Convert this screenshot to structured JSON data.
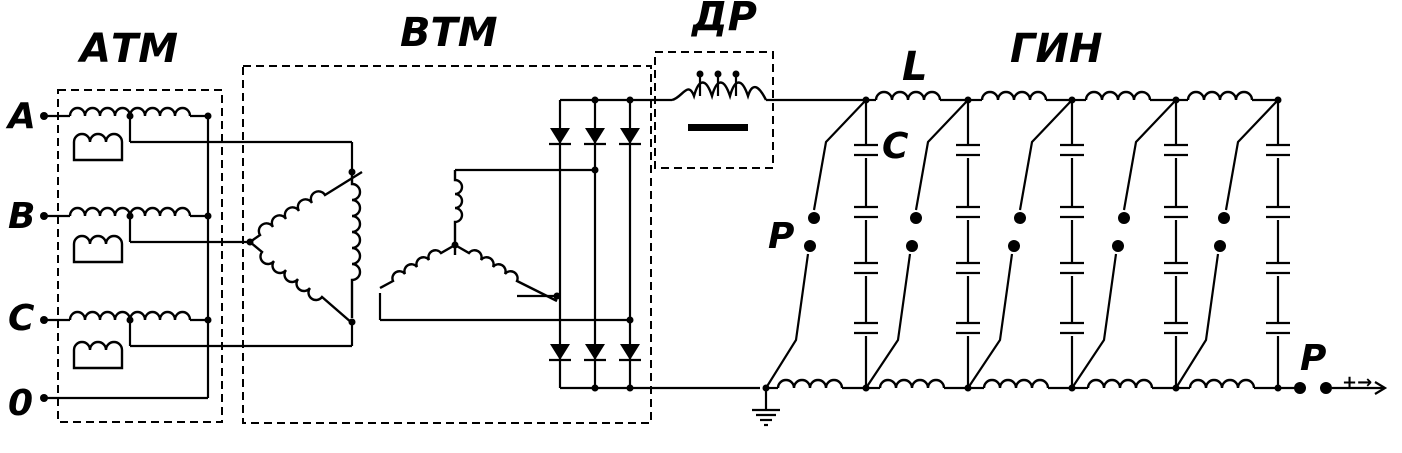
{
  "blocks": {
    "atm": "АТМ",
    "vtm": "ВТМ",
    "dr": "ДР",
    "gin": "ГИН"
  },
  "phases": {
    "a": "A",
    "b": "B",
    "c": "C",
    "zero": "0"
  },
  "components": {
    "inductor": "L",
    "capacitor": "C",
    "spark_gap_left": "P",
    "spark_gap_output": "P",
    "output_arrow": "+→"
  }
}
